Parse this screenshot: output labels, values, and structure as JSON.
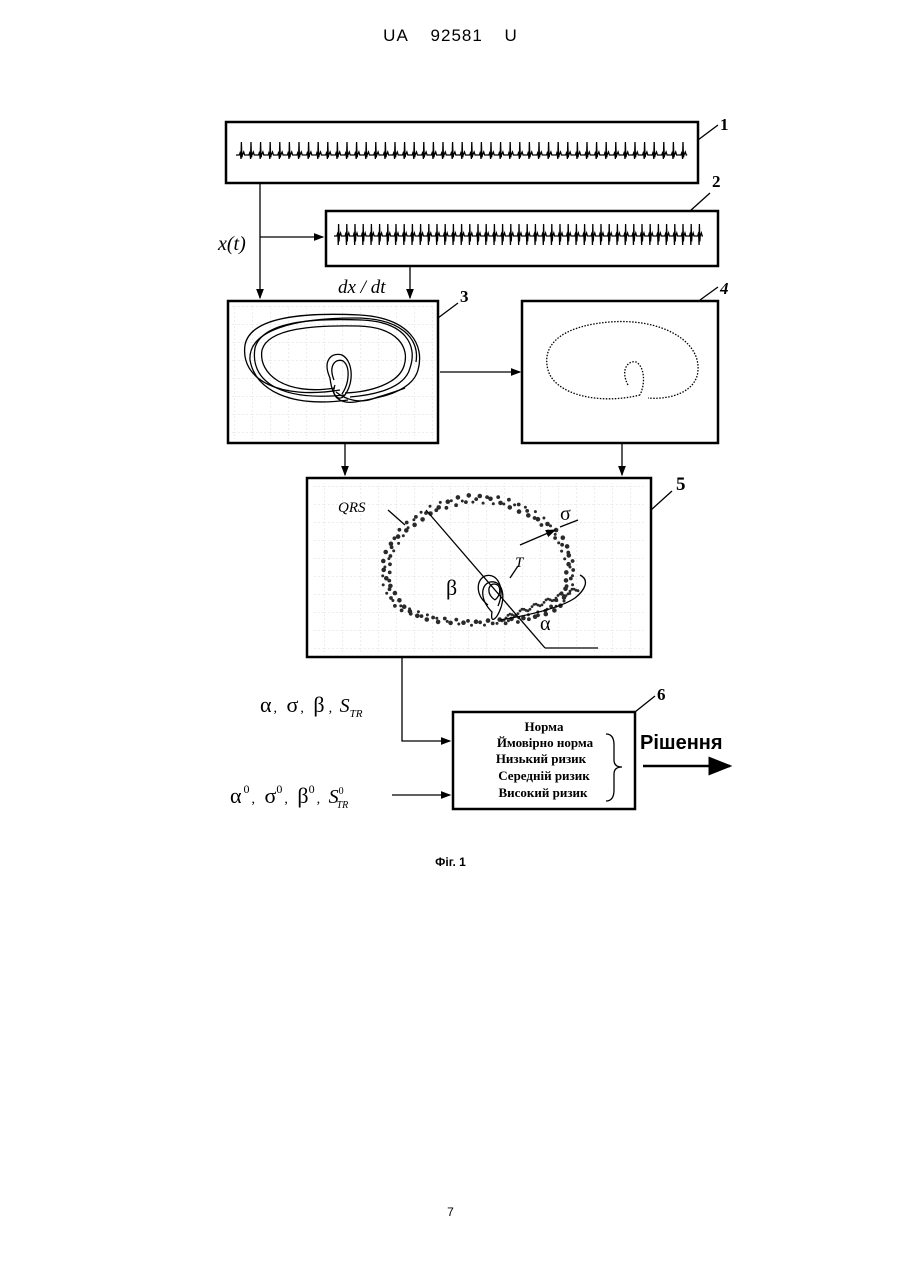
{
  "header": {
    "doc_country": "UA",
    "doc_number": "92581",
    "doc_kind": "U"
  },
  "figure": {
    "block_labels": [
      "1",
      "2",
      "3",
      "4",
      "5",
      "6"
    ],
    "signal_x": "x(t)",
    "signal_dx": "dx / dt",
    "phase_labels": {
      "qrs": "QRS",
      "t": "T",
      "alpha": "α",
      "beta": "β",
      "sigma": "σ"
    },
    "params_measured": {
      "alpha": "α",
      "sigma": "σ",
      "beta": "β",
      "s": "S",
      "s_sub": "TR"
    },
    "params_reference": {
      "alpha": "α",
      "sigma": "σ",
      "beta": "β",
      "sup": "0",
      "s": "S",
      "s_sub": "TR"
    },
    "categories": [
      "Норма",
      "Ймовірно норма",
      "Низький ризик",
      "Середній ризик",
      "Високий ризик"
    ],
    "decision": "Рішення"
  },
  "caption": "Фіг. 1",
  "page_number": "7"
}
